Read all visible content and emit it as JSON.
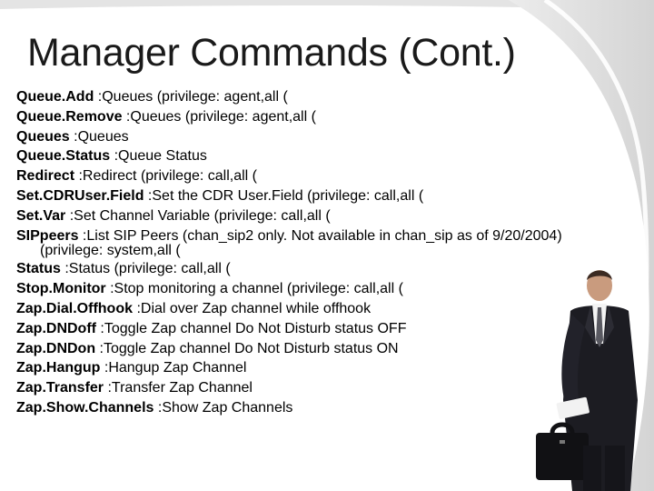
{
  "slide": {
    "title": "Manager Commands (Cont.)",
    "commands": [
      {
        "name": "Queue.Add",
        "desc": " :Queues (privilege: agent,all ("
      },
      {
        "name": "Queue.Remove",
        "desc": " :Queues (privilege: agent,all ("
      },
      {
        "name": "Queues",
        "desc": " :Queues"
      },
      {
        "name": "Queue.Status",
        "desc": " :Queue Status"
      },
      {
        "name": "Redirect",
        "desc": " :Redirect (privilege: call,all ("
      },
      {
        "name": "Set.CDRUser.Field",
        "desc": " :Set the CDR User.Field (privilege: call,all ("
      },
      {
        "name": "Set.Var",
        "desc": " :Set Channel Variable (privilege: call,all ("
      },
      {
        "name": "SIPpeers",
        "desc": " :List SIP Peers (chan_sip2 only. Not available in chan_sip as of 9/20/2004)",
        "cont": "(privilege: system,all ("
      },
      {
        "name": "Status",
        "desc": " :Status (privilege: call,all ("
      },
      {
        "name": "Stop.Monitor",
        "desc": " :Stop monitoring a channel (privilege: call,all ("
      },
      {
        "name": "Zap.Dial.Offhook",
        "desc": " :Dial over Zap channel while offhook"
      },
      {
        "name": "Zap.DNDoff",
        "desc": " :Toggle Zap channel Do Not Disturb status OFF"
      },
      {
        "name": "Zap.DNDon",
        "desc": " :Toggle Zap channel Do Not Disturb status ON"
      },
      {
        "name": "Zap.Hangup",
        "desc": " :Hangup Zap Channel"
      },
      {
        "name": "Zap.Transfer",
        "desc": " :Transfer Zap Channel"
      },
      {
        "name": "Zap.Show.Channels",
        "desc": " :Show Zap Channels"
      }
    ]
  },
  "colors": {
    "background": "#ffffff",
    "swoosh": "#d9d9d9",
    "text": "#000000",
    "title": "#1a1a1a"
  },
  "icons": {
    "figure": "businessman-with-briefcase-icon"
  }
}
